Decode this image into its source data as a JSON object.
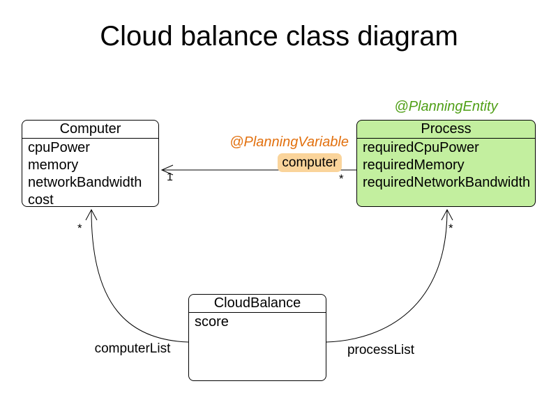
{
  "title": "Cloud balance class diagram",
  "colors": {
    "entity_fill": "#c3ef9f",
    "entity_text": "#4f9f16",
    "variable_text": "#e2700e",
    "variable_highlight": "#fad49b"
  },
  "classes": {
    "computer": {
      "name": "Computer",
      "fields": [
        "cpuPower",
        "memory",
        "networkBandwidth",
        "cost"
      ]
    },
    "process": {
      "name": "Process",
      "annotation": "@PlanningEntity",
      "fields": [
        "requiredCpuPower",
        "requiredMemory",
        "requiredNetworkBandwidth"
      ]
    },
    "cloud_balance": {
      "name": "CloudBalance",
      "fields": [
        "score"
      ]
    }
  },
  "relations": {
    "computer_variable": {
      "annotation": "@PlanningVariable",
      "label": "computer",
      "computer_multiplicity": "1",
      "process_multiplicity": "*"
    },
    "computer_list": {
      "label": "computerList",
      "multiplicity": "*"
    },
    "process_list": {
      "label": "processList",
      "multiplicity": "*"
    }
  }
}
